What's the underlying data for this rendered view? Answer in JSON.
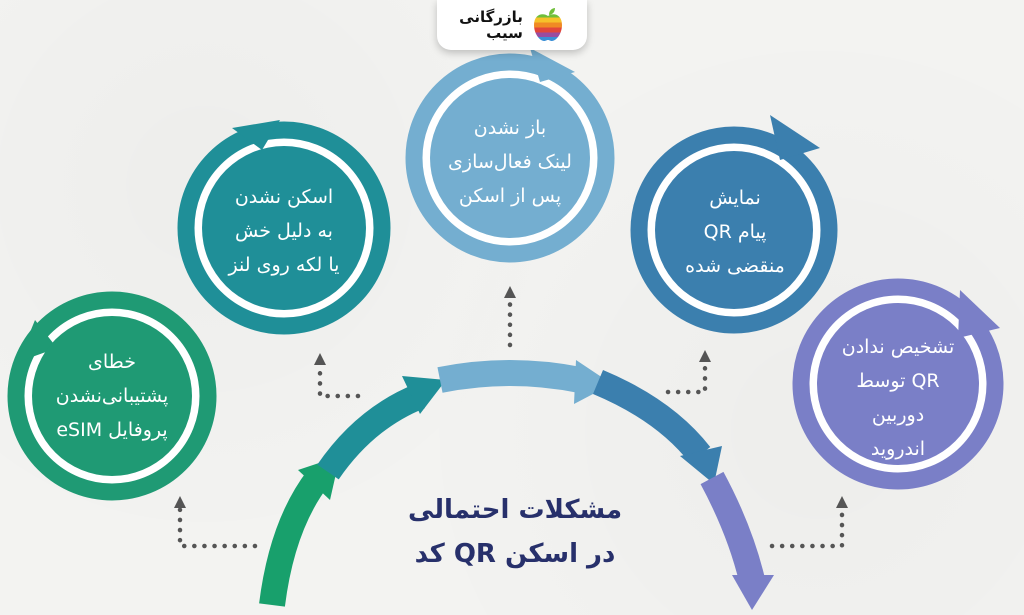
{
  "logo": {
    "line1": "بازرگانی",
    "line2": "سیب"
  },
  "title": {
    "line1": "مشکلات احتمالی",
    "line2": "در اسکن QR کد"
  },
  "nodes": [
    {
      "lines": [
        "خطای",
        "پشتیبانی‌نشدن",
        "پروفایل eSIM"
      ],
      "color": "#1f9a74"
    },
    {
      "lines": [
        "اسکن نشدن",
        "به دلیل خش",
        "یا لکه روی لنز"
      ],
      "color": "#1f8f98"
    },
    {
      "lines": [
        "باز نشدن",
        "لینک فعال‌سازی",
        "پس از اسکن"
      ],
      "color": "#74aed0"
    },
    {
      "lines": [
        "نمایش",
        "پیام QR",
        "منقضی شده"
      ],
      "color": "#3b7fae"
    },
    {
      "lines": [
        "تشخیص ندادن",
        "QR توسط",
        "دوربین",
        "اندروید"
      ],
      "color": "#7a7fc7"
    }
  ],
  "colors": {
    "title": "#27306b",
    "connector": "#555555"
  }
}
